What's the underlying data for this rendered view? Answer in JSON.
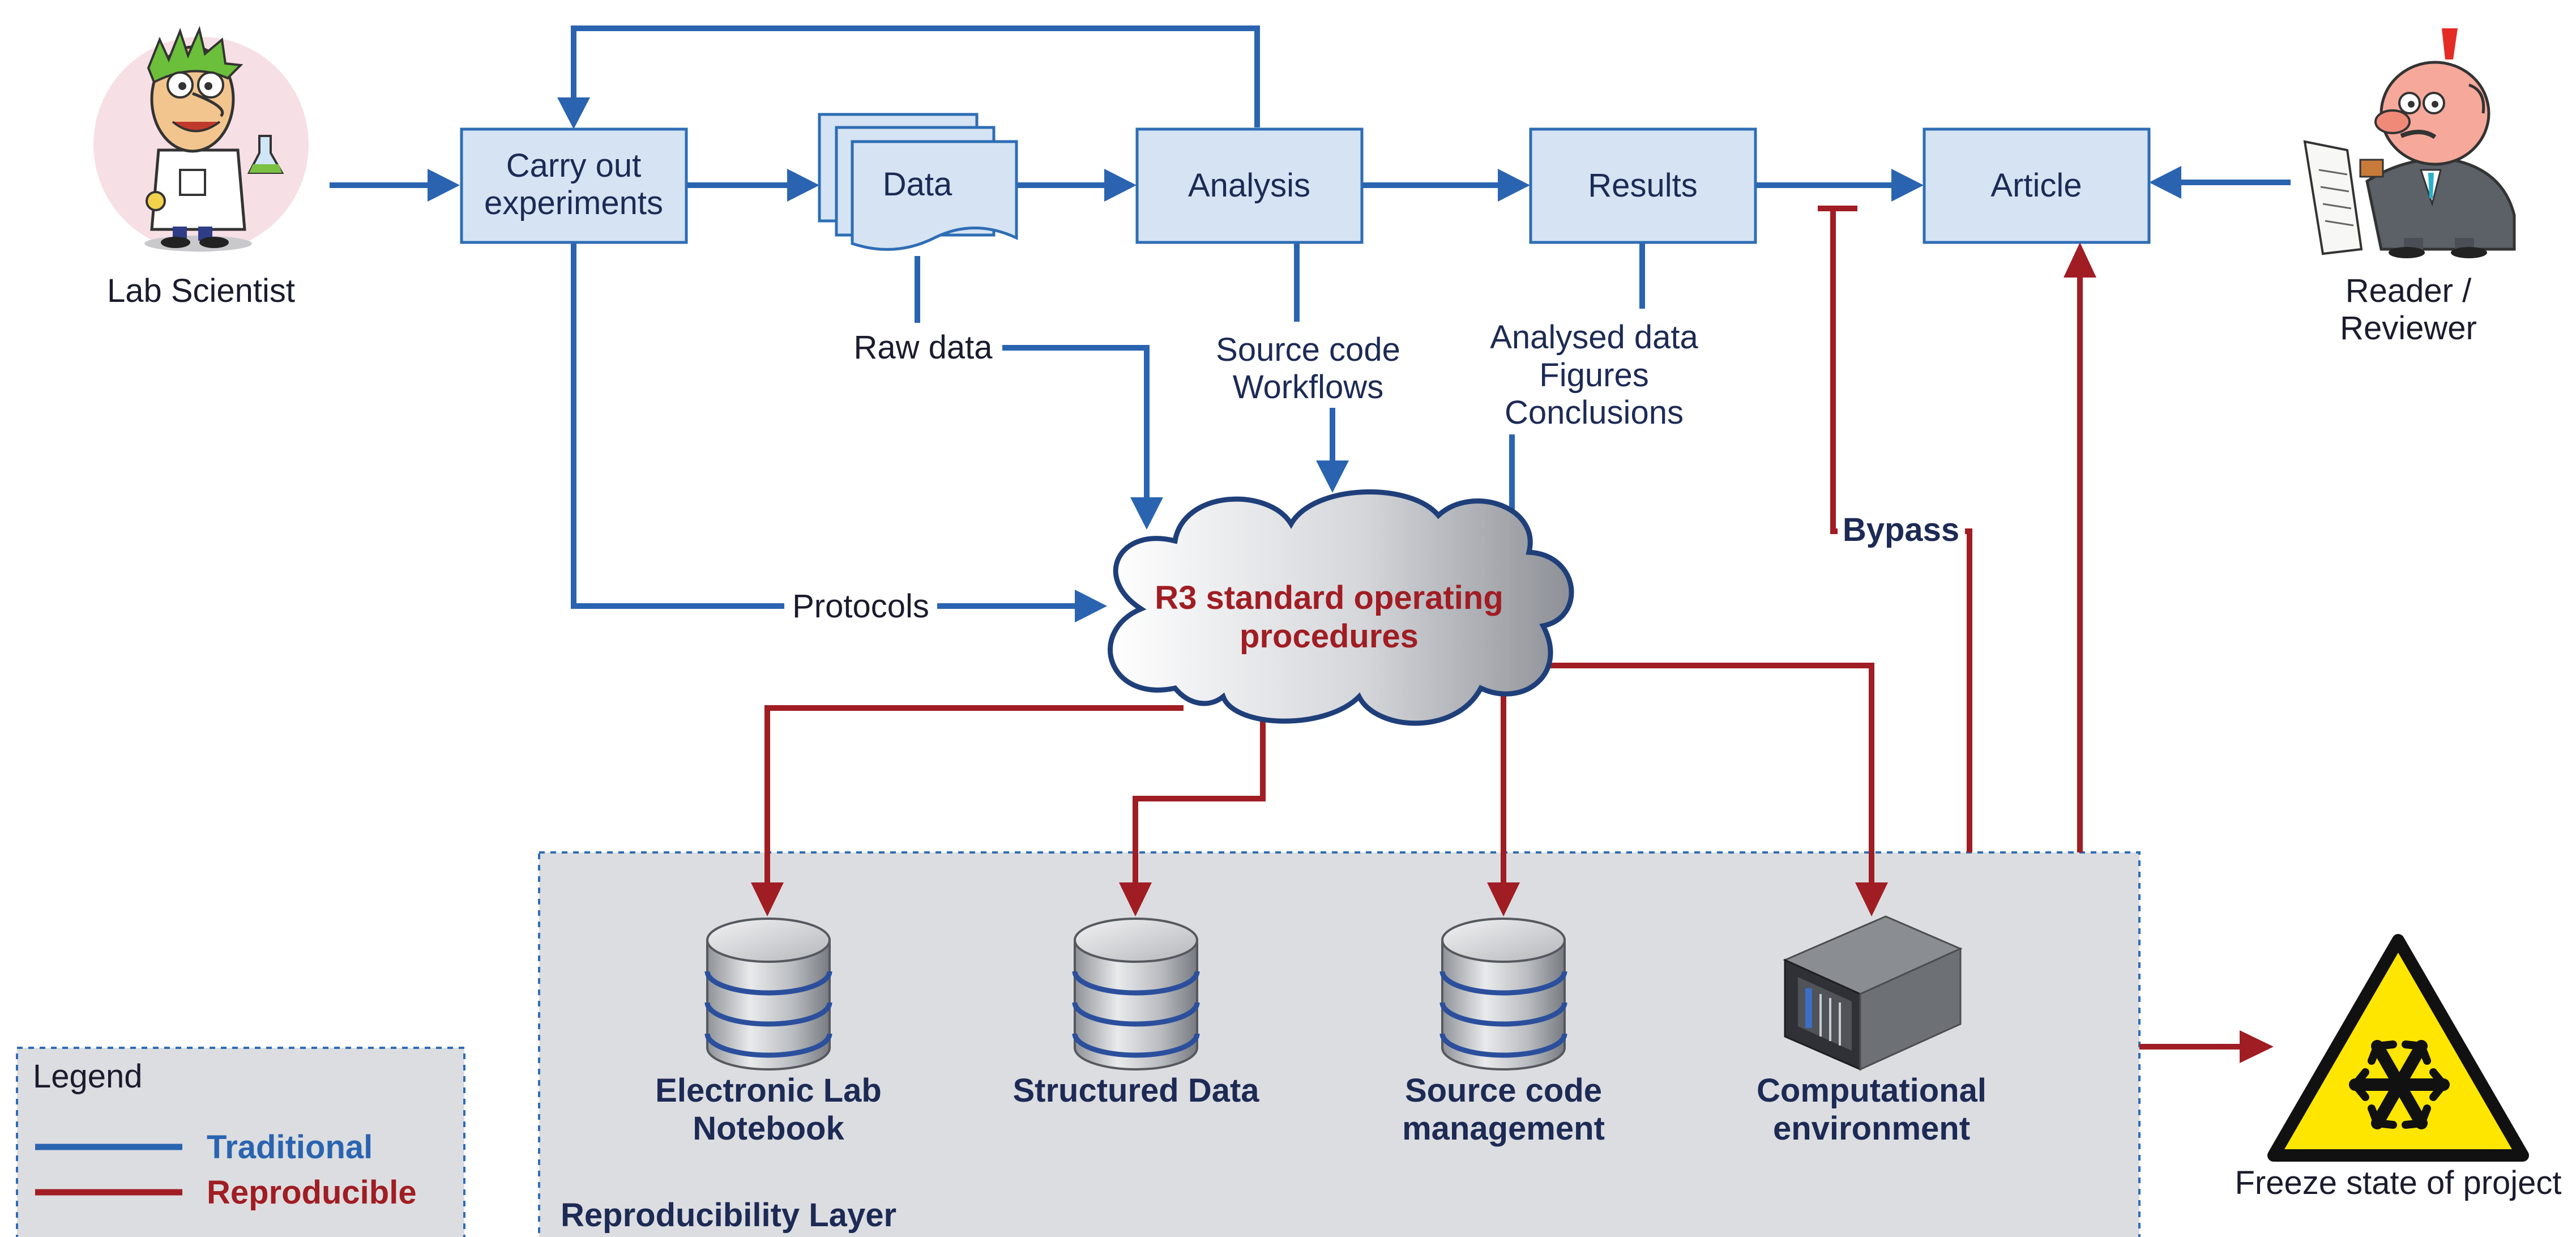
{
  "nodes": {
    "lab_scientist": "Lab Scientist",
    "carry_out_1": "Carry out",
    "carry_out_2": "experiments",
    "data": "Data",
    "analysis": "Analysis",
    "results": "Results",
    "article": "Article",
    "reader_1": "Reader /",
    "reader_2": "Reviewer"
  },
  "edge_labels": {
    "raw_data": "Raw data",
    "source_code": "Source code",
    "workflows": "Workflows",
    "analysed_data": "Analysed data",
    "figures": "Figures",
    "conclusions": "Conclusions",
    "protocols": "Protocols",
    "bypass": "Bypass"
  },
  "cloud": {
    "line1": "R3 standard operating",
    "line2": "procedures"
  },
  "layer": {
    "title": "Reproducibility Layer",
    "items": [
      {
        "l1": "Electronic Lab",
        "l2": "Notebook"
      },
      {
        "l1": "Structured Data",
        "l2": ""
      },
      {
        "l1": "Source code",
        "l2": "management"
      },
      {
        "l1": "Computational",
        "l2": "environment"
      }
    ]
  },
  "freeze": "Freeze state of project",
  "legend": {
    "title": "Legend",
    "traditional": "Traditional",
    "reproducible": "Reproducible"
  },
  "colors": {
    "traditional": "#2a64b0",
    "reproducible": "#a01d23",
    "box_fill": "#d5e3f3",
    "layer_fill": "#dcdde0",
    "warning_yellow": "#ffe600"
  }
}
